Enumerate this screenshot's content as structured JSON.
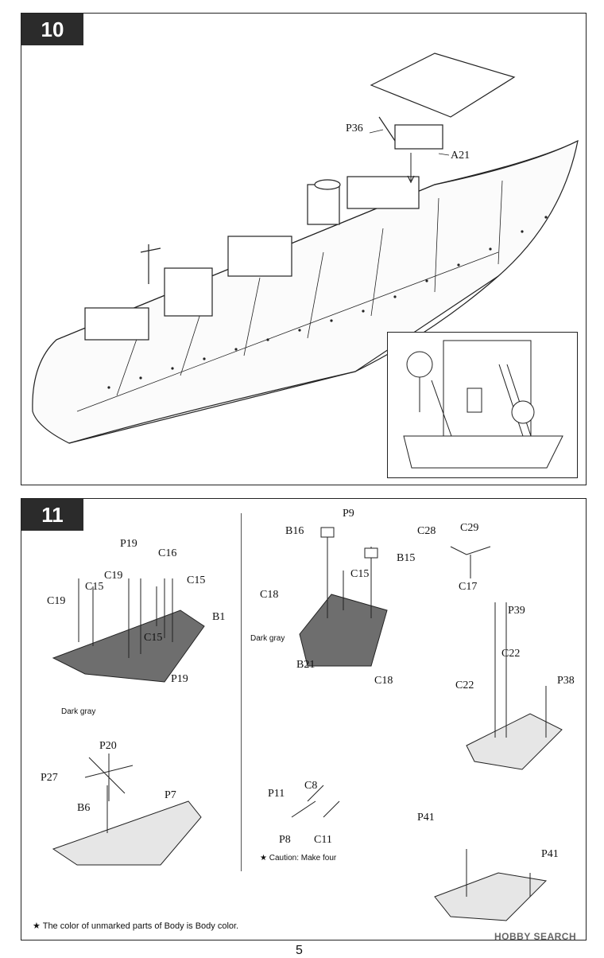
{
  "steps": {
    "step10": {
      "number": "10",
      "labels": {
        "p36": "P36",
        "a21": "A21"
      }
    },
    "step11": {
      "number": "11",
      "labels": {
        "p19a": "P19",
        "c16": "C16",
        "c15a": "C15",
        "c19a": "C19",
        "c15b": "C15",
        "c19b": "C19",
        "b1": "B1",
        "c15c": "C15",
        "p19b": "P19",
        "p20": "P20",
        "p27": "P27",
        "b6": "B6",
        "p7": "P7",
        "b16": "B16",
        "p9": "P9",
        "b15": "B15",
        "c15d": "C15",
        "c18a": "C18",
        "b21": "B21",
        "c18b": "C18",
        "c28": "C28",
        "c29": "C29",
        "c17": "C17",
        "p39": "P39",
        "c22a": "C22",
        "c22b": "C22",
        "p38": "P38",
        "p11": "P11",
        "c8": "C8",
        "p8": "P8",
        "c11": "C11",
        "p41a": "P41",
        "p41b": "P41"
      },
      "notes": {
        "dark_gray_1": "Dark gray",
        "dark_gray_2": "Dark gray",
        "caution": "★ Caution: Make four"
      },
      "footnote": "★ The color of unmarked parts of Body is Body color."
    }
  },
  "page_number": "5",
  "watermark": "HOBBY SEARCH",
  "colors": {
    "dark_gray": "#6e6e6e",
    "line": "#222222"
  }
}
